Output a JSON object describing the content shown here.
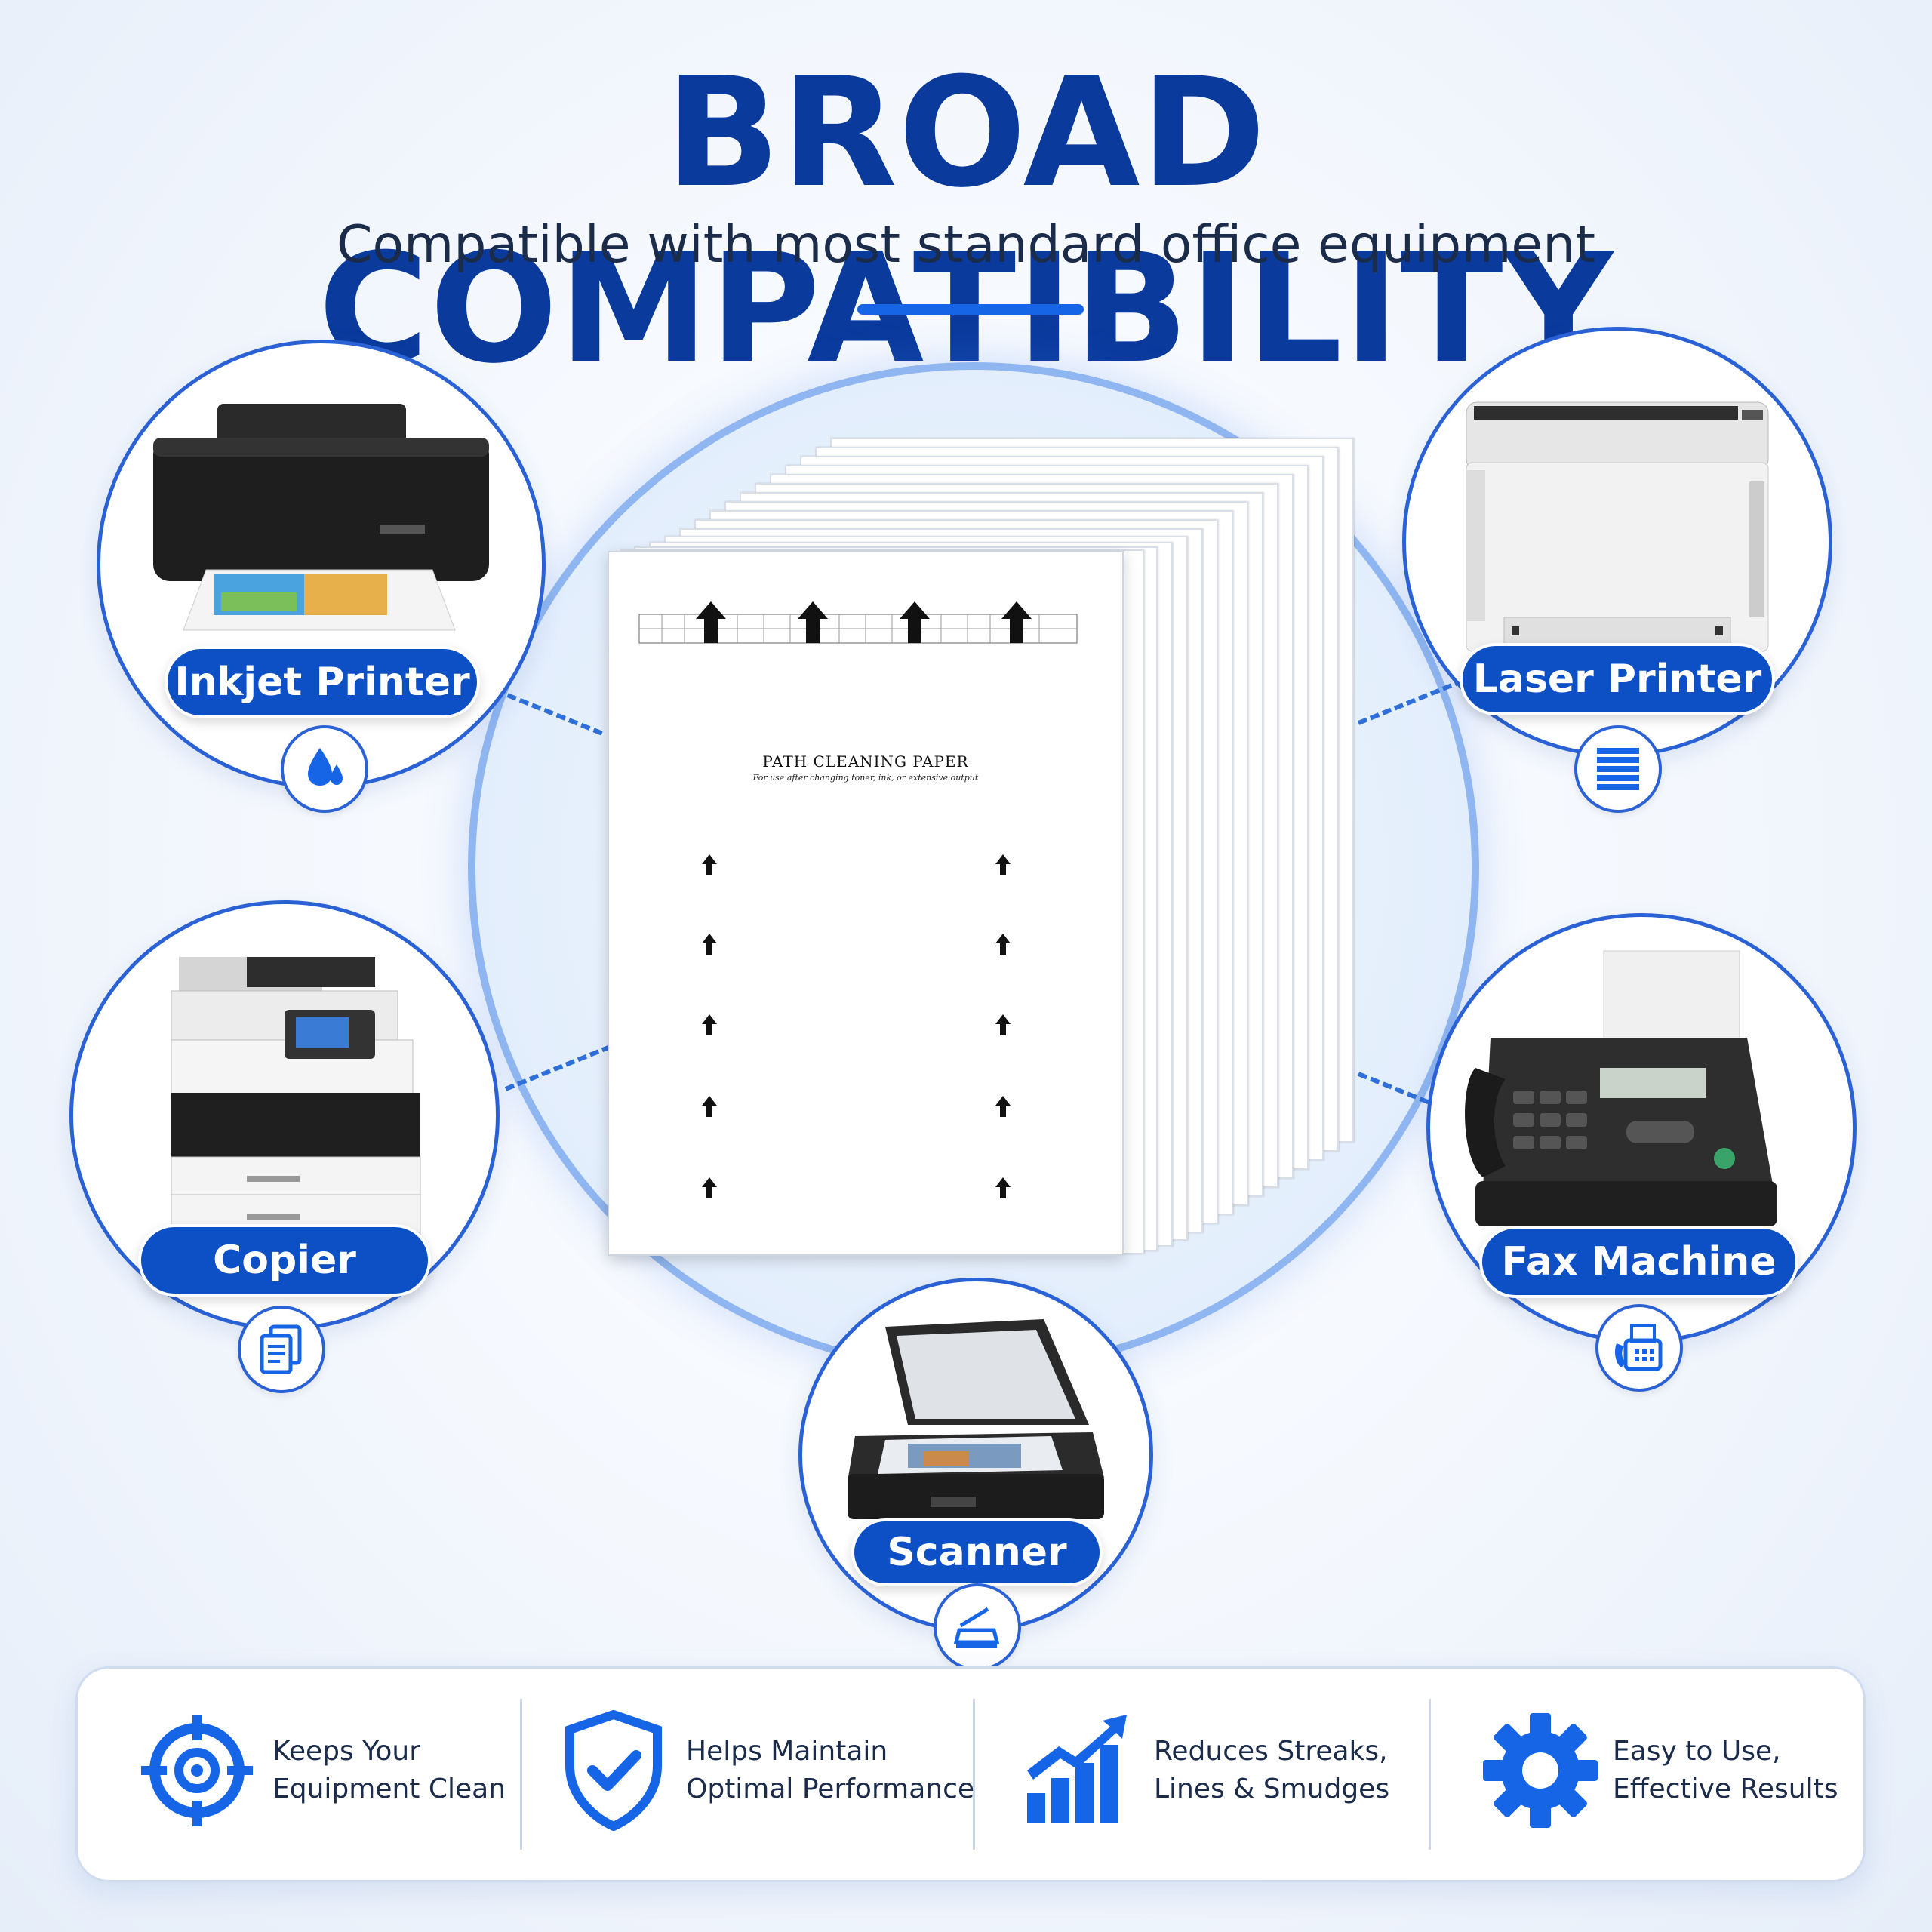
{
  "header": {
    "title": "BROAD COMPATIBILITY",
    "subtitle": "Compatible with most standard office equipment"
  },
  "paper": {
    "title": "PATH CLEANING PAPER",
    "note": "For use after changing toner, ink, or extensive output"
  },
  "devices": [
    {
      "label": "Inkjet Printer",
      "icon": "ink-drop-icon"
    },
    {
      "label": "Laser Printer",
      "icon": "laser-lines-icon"
    },
    {
      "label": "Copier",
      "icon": "copy-document-icon"
    },
    {
      "label": "Fax Machine",
      "icon": "fax-icon"
    },
    {
      "label": "Scanner",
      "icon": "scanner-icon"
    }
  ],
  "features": [
    {
      "line1": "Keeps Your",
      "line2": "Equipment Clean",
      "icon": "target-icon"
    },
    {
      "line1": "Helps Maintain",
      "line2": "Optimal Performance",
      "icon": "shield-check-icon"
    },
    {
      "line1": "Reduces Streaks,",
      "line2": "Lines & Smudges",
      "icon": "growth-chart-icon"
    },
    {
      "line1": "Easy to Use,",
      "line2": "Effective Results",
      "icon": "gear-icon"
    }
  ],
  "colors": {
    "primary": "#0d4fc4",
    "headline": "#0a3a9c",
    "accent": "#1565e6"
  }
}
